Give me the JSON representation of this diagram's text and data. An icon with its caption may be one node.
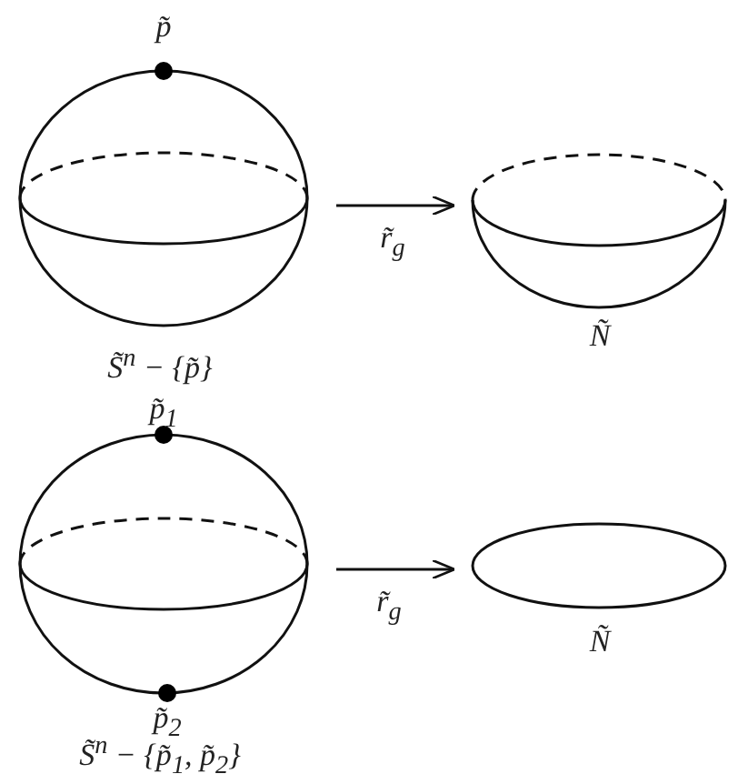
{
  "diagram": {
    "nodes": [
      {
        "text": [],
        "shape": "sphere",
        "beside": [
          "p̃",
          "S̃$^{n}$ − {p̃}"
        ]
      },
      {
        "text": [],
        "shape": "hemisphere",
        "beside": [
          "Ñ"
        ]
      },
      {
        "text": [],
        "shape": "sphere",
        "beside": [
          "p̃$_{1}$",
          "p̃$_{2}$",
          "S̃$^{n}$ − {p̃$_{1}$, p̃$_{2}$}"
        ]
      },
      {
        "text": [],
        "shape": "ellipse",
        "beside": [
          "Ñ"
        ]
      }
    ],
    "edges": [
      {
        "from": 0,
        "to": 1,
        "arrow": "to",
        "label": "r̃$_{g}$"
      },
      {
        "from": 2,
        "to": 3,
        "arrow": "to",
        "label": "r̃$_{g}$"
      }
    ]
  }
}
